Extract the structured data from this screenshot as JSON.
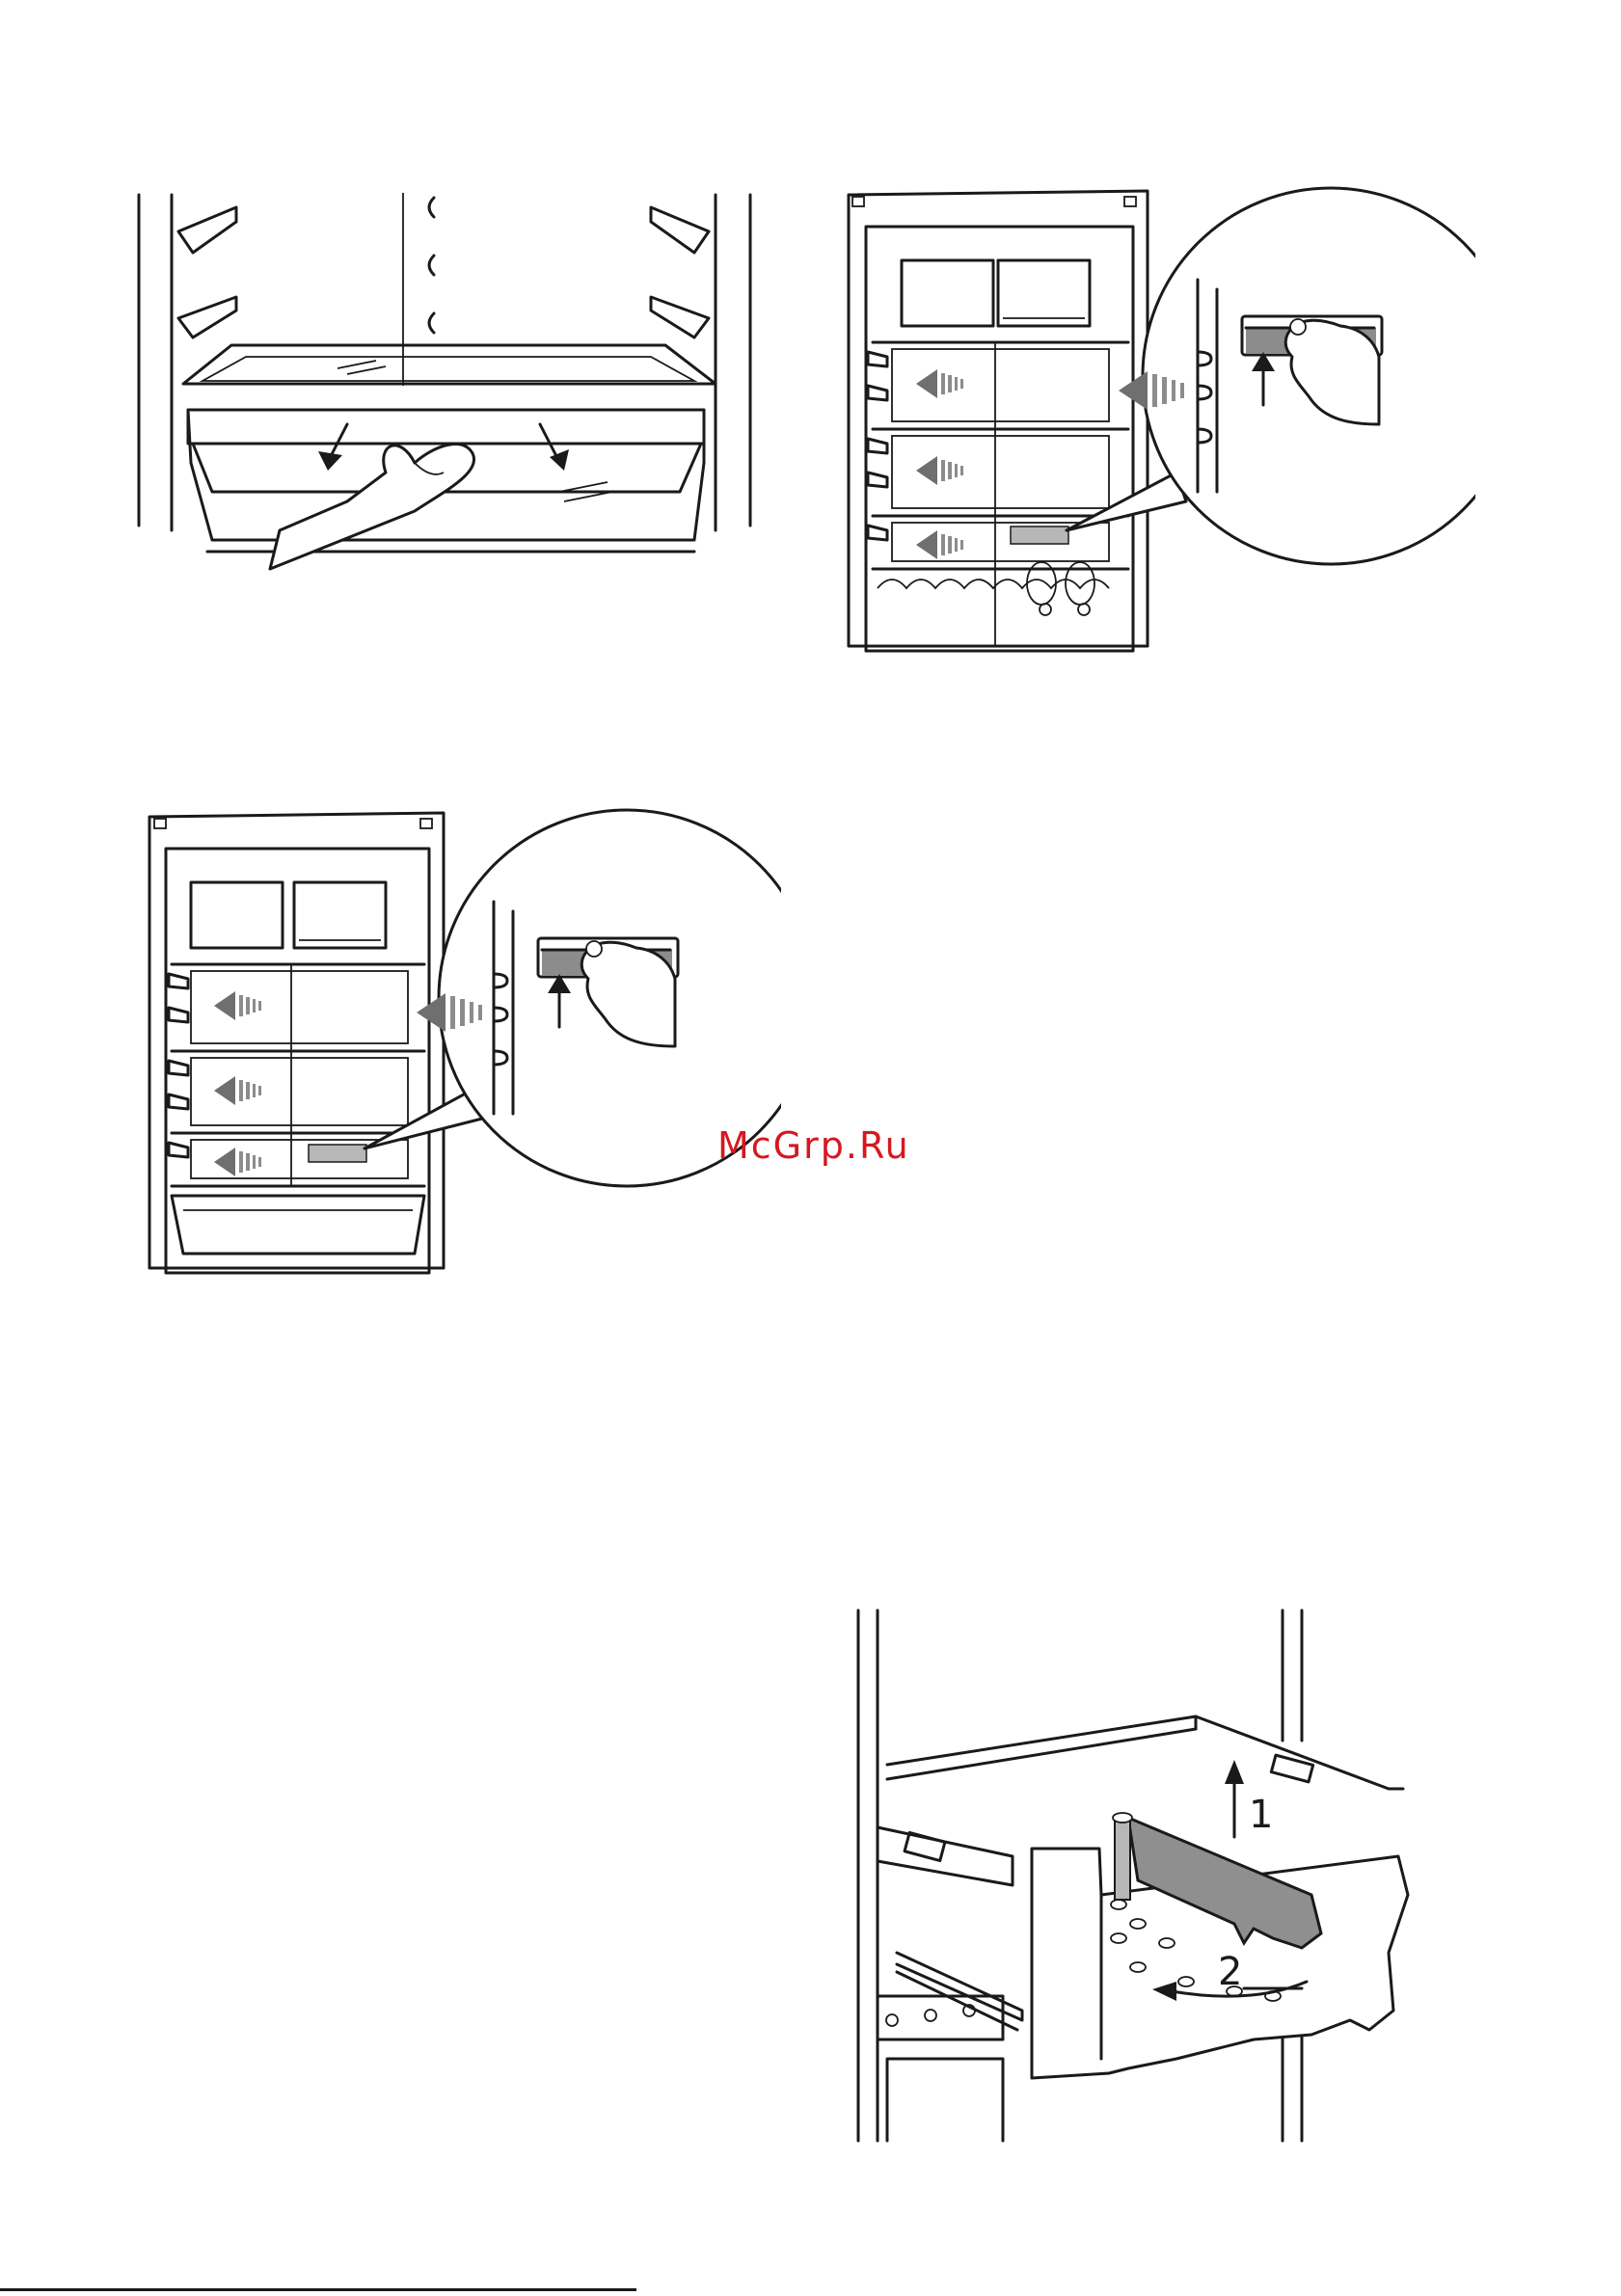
{
  "watermark": "McGrp.Ru",
  "figures": {
    "crisper_drawer": {
      "icon": "hand-pulling-drawer"
    },
    "fridge_top": {
      "icon": "fridge-shelf-adjust"
    },
    "fridge_bottom": {
      "icon": "fridge-shelf-adjust"
    },
    "freezer_basket": {
      "icon": "basket-divider",
      "step_1": "1",
      "step_2": "2"
    }
  }
}
